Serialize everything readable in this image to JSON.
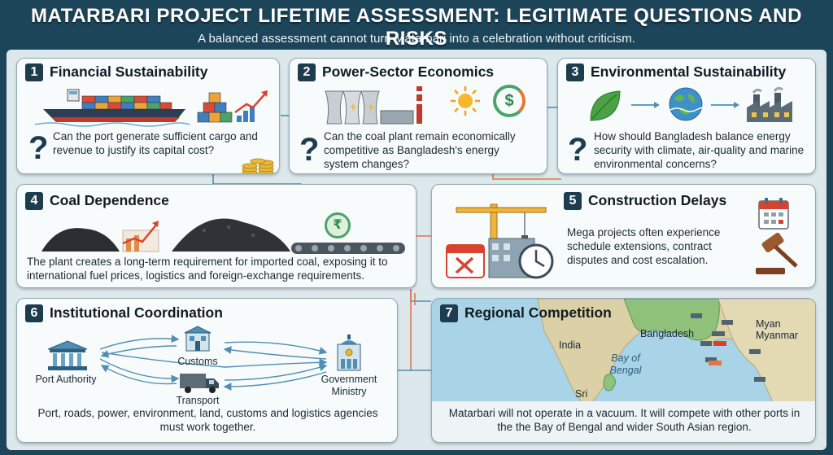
{
  "header": {
    "title": "MATARBARI PROJECT LIFETIME ASSESSMENT: LEGITIMATE QUESTIONS AND RISKS",
    "subtitle": "A balanced assessment cannot turn Matarbari into a celebration without criticism."
  },
  "cards": [
    {
      "number": "1",
      "title": "Financial Sustainability",
      "text": "Can the port generate sufficient cargo and revenue to justify its capital cost?"
    },
    {
      "number": "2",
      "title": "Power-Sector Economics",
      "text": "Can the coal plant remain economically competitive as Bangladesh's energy system changes?"
    },
    {
      "number": "3",
      "title": "Environmental Sustainability",
      "text": "How should Bangladesh balance energy security with climate, air-quality and marine environmental concerns?"
    },
    {
      "number": "4",
      "title": "Coal Dependence",
      "text": "The plant creates a long-term requirement for imported coal, exposing it to international fuel prices, logistics and foreign-exchange requirements."
    },
    {
      "number": "5",
      "title": "Construction Delays",
      "text": "Mega projects often experience schedule extensions, contract disputes and cost escalation."
    },
    {
      "number": "6",
      "title": "Institutional Coordination",
      "text": "Port, roads, power, environment, land, customs and logistics agencies must work together."
    },
    {
      "number": "7",
      "title": "Regional Competition",
      "text": "Matarbari will not operate in a vacuum. It will compete with other ports in the the Bay of Bengal and wider South Asian region."
    }
  ],
  "institutions": {
    "port_authority": "Port Authority",
    "customs": "Customs",
    "transport": "Transport",
    "government_ministry": "Government Ministry"
  },
  "map_labels": {
    "india": "India",
    "bangladesh": "Bangladesh",
    "myanmar_1": "Myan",
    "myanmar_2": "Myanmar",
    "bay_of_bengal": "Bay of Bengal",
    "sri": "Sri"
  },
  "icons": {
    "question": "?",
    "rupee": "₹",
    "dollar": "$"
  },
  "colors": {
    "background": "#1d4559",
    "board": "#dde8ed",
    "card": "#f8fbfc",
    "badge": "#1d3c4d",
    "connector_blue": "#4f8fb4",
    "connector_orange": "#e0774a",
    "sea": "#a9d3e6",
    "land": "#dcd1a6",
    "bangladesh_land": "#8fc17b"
  }
}
